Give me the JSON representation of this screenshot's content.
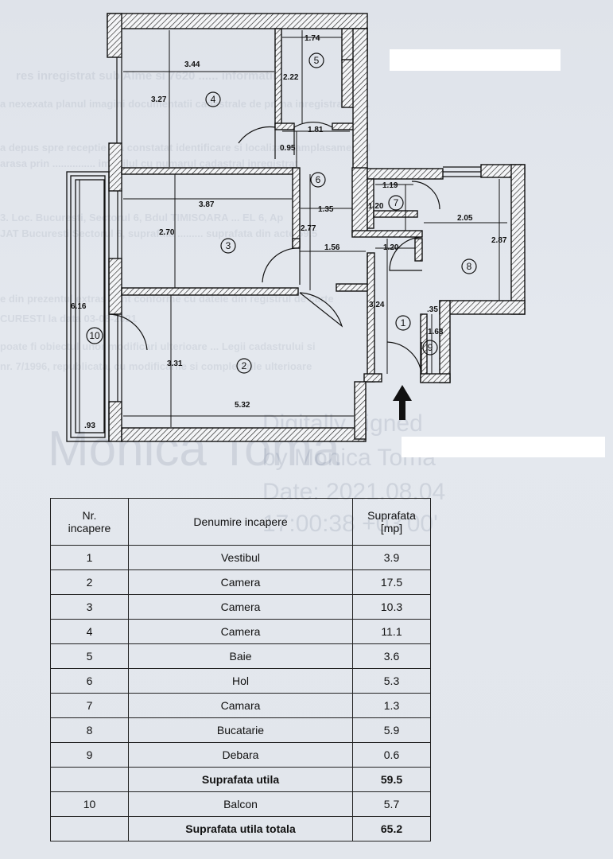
{
  "floor_plan": {
    "dimensions": {
      "d_3_44": "3.44",
      "d_3_27": "3.27",
      "d_1_74": "1.74",
      "d_2_22": "2.22",
      "d_1_81": "1.81",
      "d_0_95": "0.95",
      "d_3_87": "3.87",
      "d_2_70": "2.70",
      "d_2_77": "2.77",
      "d_1_35": "1.35",
      "d_1_19": "1.19",
      "d_1_20a": "1.20",
      "d_2_05": "2.05",
      "d_2_87": "2.87",
      "d_1_56": "1.56",
      "d_1_20b": "1.20",
      "d_3_24": "3.24",
      "d_35": ".35",
      "d_1_63": "1.63",
      "d_6_16": "6.16",
      "d_3_31": "3.31",
      "d_5_32": "5.32",
      "d_93": ".93"
    },
    "room_numbers": {
      "r1": "1",
      "r2": "2",
      "r3": "3",
      "r4": "4",
      "r5": "5",
      "r6": "6",
      "r7": "7",
      "r8": "8",
      "r9": "9",
      "r10": "10"
    }
  },
  "signature_overlay": {
    "line1": "Digitally signed",
    "line2": "by Monica Toma",
    "line3": "Date: 2021.08.04",
    "line4": "17:00:38 +03'00'",
    "name_large": "Monica Toma"
  },
  "table": {
    "headers": {
      "nr": "Nr. incapere",
      "name": "Denumire incapere",
      "area": "Suprafata [mp]"
    },
    "rows": [
      {
        "nr": "1",
        "name": "Vestibul",
        "area": "3.9"
      },
      {
        "nr": "2",
        "name": "Camera",
        "area": "17.5"
      },
      {
        "nr": "3",
        "name": "Camera",
        "area": "10.3"
      },
      {
        "nr": "4",
        "name": "Camera",
        "area": "11.1"
      },
      {
        "nr": "5",
        "name": "Baie",
        "area": "3.6"
      },
      {
        "nr": "6",
        "name": "Hol",
        "area": "5.3"
      },
      {
        "nr": "7",
        "name": "Camara",
        "area": "1.3"
      },
      {
        "nr": "8",
        "name": "Bucatarie",
        "area": "5.9"
      },
      {
        "nr": "9",
        "name": "Debara",
        "area": "0.6"
      },
      {
        "nr": "",
        "name": "Suprafata utila",
        "area": "59.5"
      },
      {
        "nr": "10",
        "name": "Balcon",
        "area": "5.7"
      },
      {
        "nr": "",
        "name": "Suprafata utila totala",
        "area": "65.2"
      }
    ]
  }
}
